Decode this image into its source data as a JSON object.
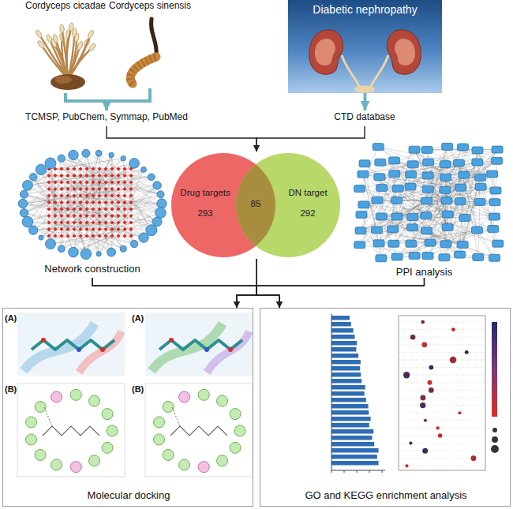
{
  "diagram": {
    "nodes": [
      {
        "text": [
          "Cordyceps cicadae"
        ]
      },
      {
        "text": [
          "Cordyceps sinensis"
        ]
      },
      {
        "text": [
          "Diabetic nephropathy"
        ]
      },
      {
        "text": [
          "TCMSP, PubChem, Symmap, PubMed"
        ]
      },
      {
        "text": [
          "CTD database"
        ]
      },
      {
        "text": [
          "Network construction"
        ]
      },
      {
        "text": [
          "Drug targets",
          "293",
          "85",
          "DN target",
          "292"
        ]
      },
      {
        "text": [
          "PPI analysis"
        ]
      },
      {
        "text": [
          "Molecular docking"
        ]
      },
      {
        "text": [
          "GO and KEGG enrichment analysis"
        ]
      }
    ],
    "edges": [
      {
        "from": 0,
        "to": 3,
        "arrow": "to"
      },
      {
        "from": 1,
        "to": 3,
        "arrow": "to"
      },
      {
        "from": 2,
        "to": 4,
        "arrow": "to"
      },
      {
        "from": 3,
        "to": 6,
        "arrow": "to"
      },
      {
        "from": 4,
        "to": 6,
        "arrow": "to"
      },
      {
        "from": 5,
        "to": 8,
        "arrow": "to"
      },
      {
        "from": 5,
        "to": 9,
        "arrow": "to"
      },
      {
        "from": 6,
        "to": 8,
        "arrow": "to"
      },
      {
        "from": 6,
        "to": 9,
        "arrow": "to"
      },
      {
        "from": 7,
        "to": 8,
        "arrow": "to"
      },
      {
        "from": 7,
        "to": 9,
        "arrow": "to"
      }
    ],
    "labels": [
      "(A)",
      "(A)",
      "(B)",
      "(B)"
    ]
  }
}
